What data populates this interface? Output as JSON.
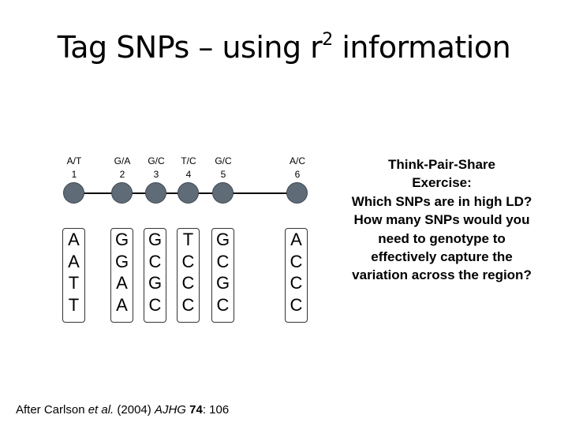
{
  "slide": {
    "title_main": "Tag SNPs – using r",
    "title_sup": "2",
    "title_end": " information"
  },
  "snps": [
    {
      "alleles": "A/T",
      "number": "1",
      "haplotypes": [
        "A",
        "A",
        "T",
        "T"
      ]
    },
    {
      "alleles": "G/A",
      "number": "2",
      "haplotypes": [
        "G",
        "G",
        "A",
        "A"
      ]
    },
    {
      "alleles": "G/C",
      "number": "3",
      "haplotypes": [
        "G",
        "C",
        "G",
        "C"
      ]
    },
    {
      "alleles": "T/C",
      "number": "4",
      "haplotypes": [
        "T",
        "C",
        "C",
        "C"
      ]
    },
    {
      "alleles": "G/C",
      "number": "5",
      "haplotypes": [
        "G",
        "C",
        "G",
        "C"
      ]
    },
    {
      "alleles": "A/C",
      "number": "6",
      "haplotypes": [
        "A",
        "C",
        "C",
        "C"
      ]
    }
  ],
  "exercise": [
    "Think-Pair-Share",
    "Exercise:",
    "Which SNPs are in high LD?",
    "How many SNPs would you",
    "need to genotype to",
    "effectively capture the",
    "variation across the region?"
  ],
  "citation": {
    "prefix": "After Carlson ",
    "etal": "et al.",
    "year": " (2004) ",
    "journal": "AJHG",
    "space": " ",
    "volume": "74",
    "pages": ": 106"
  }
}
